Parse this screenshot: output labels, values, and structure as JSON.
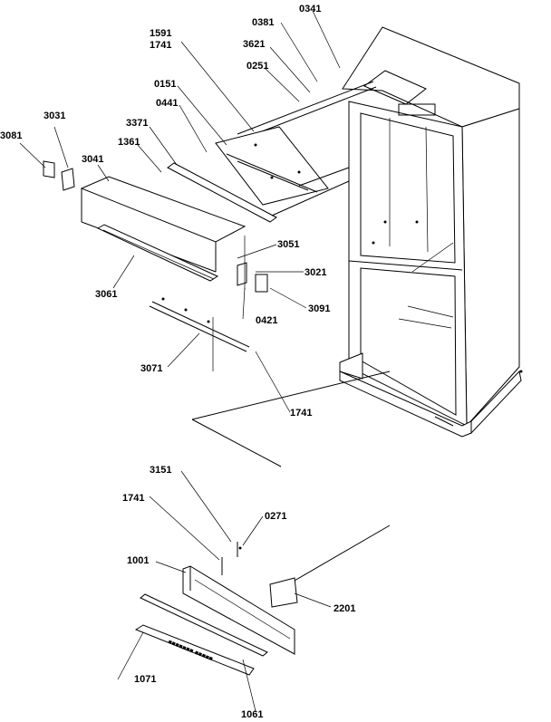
{
  "figure": {
    "part_labels": {
      "0341": "0341",
      "0381": "0381",
      "1591": "1591",
      "1741a": "1741",
      "3621": "3621",
      "0251": "0251",
      "0151": "0151",
      "0441": "0441",
      "3371": "3371",
      "3031": "3031",
      "3081": "3081",
      "1361": "1361",
      "3041": "3041",
      "3051": "3051",
      "3021": "3021",
      "3061": "3061",
      "3091": "3091",
      "0421": "0421",
      "3071": "3071",
      "1741b": "1741",
      "3151": "3151",
      "1741c": "1741",
      "0271": "0271",
      "1001": "1001",
      "2201": "2201",
      "1071": "1071",
      "1061": "1061"
    }
  }
}
